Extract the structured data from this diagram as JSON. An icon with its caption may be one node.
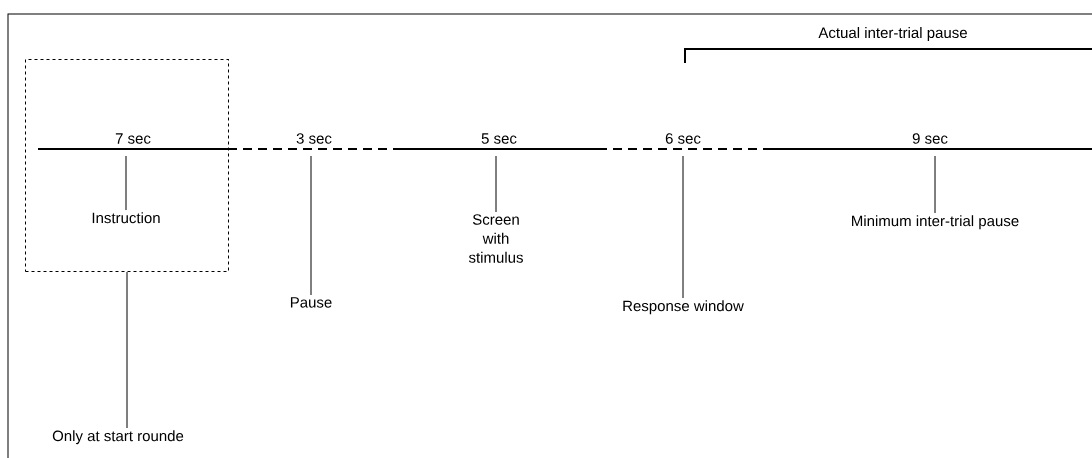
{
  "diagram": {
    "nodes": [
      {
        "text": [],
        "shape": "box"
      },
      {
        "text": [
          "7 sec"
        ],
        "in": 0
      },
      {
        "text": [
          "Instruction"
        ],
        "in": 0
      },
      {
        "text": [
          "3 sec"
        ]
      },
      {
        "text": [
          "Pause"
        ]
      },
      {
        "text": [
          "5 sec"
        ]
      },
      {
        "text": [
          "Screen with stimulus"
        ]
      },
      {
        "text": [
          "6 sec"
        ]
      },
      {
        "text": [
          "Response window"
        ]
      },
      {
        "text": [
          "9 sec"
        ]
      },
      {
        "text": [
          "Minimum inter-trial pause"
        ]
      },
      {
        "text": [
          "Only at start rounde"
        ]
      }
    ],
    "edges": [
      {
        "from": 1,
        "to": 2,
        "arrow": "none"
      },
      {
        "from": 3,
        "to": 4,
        "arrow": "none"
      },
      {
        "from": 5,
        "to": 6,
        "arrow": "none"
      },
      {
        "from": 7,
        "to": 8,
        "arrow": "none"
      },
      {
        "from": 9,
        "to": 10,
        "arrow": "none"
      },
      {
        "from": 0,
        "to": 11,
        "arrow": "none"
      }
    ],
    "labels": [
      "Actual inter-trial pause"
    ]
  }
}
